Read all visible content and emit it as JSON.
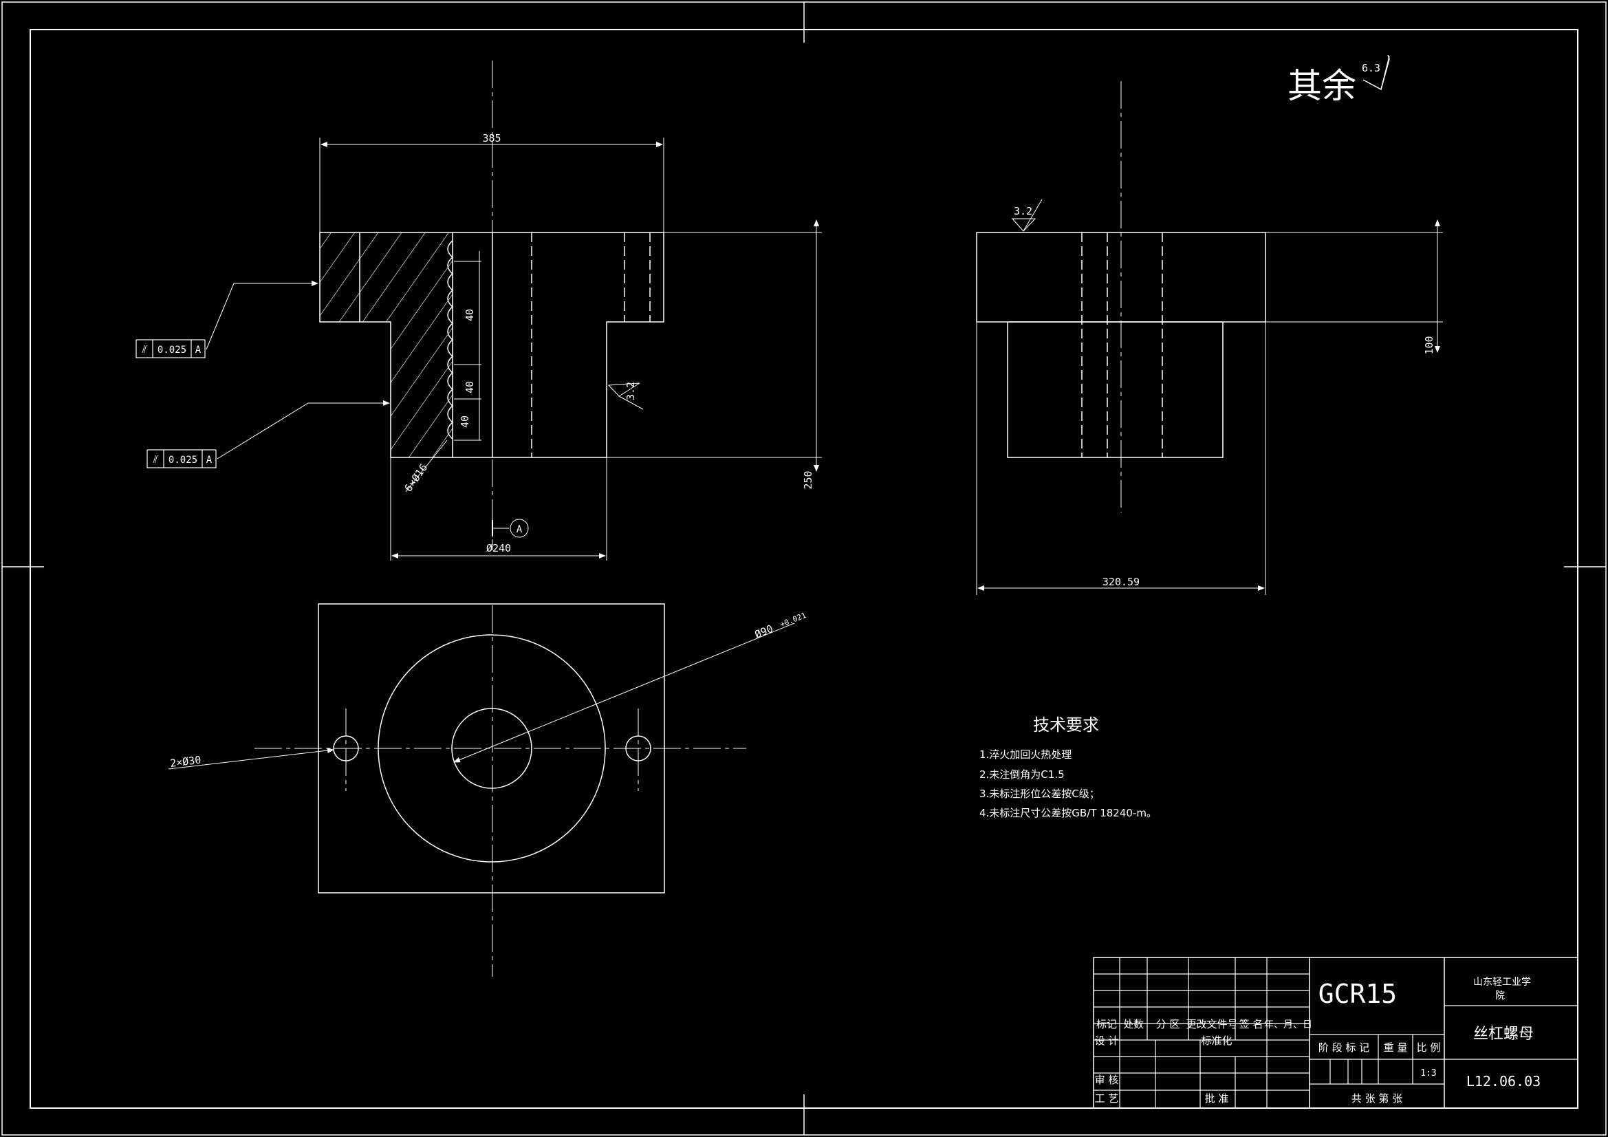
{
  "remaining_roughness": {
    "label": "其余",
    "value": "6.3"
  },
  "front_view": {
    "width_dim": "385",
    "height_dim": "250",
    "bore_dim": "Ø240",
    "pitch_dims": [
      "40",
      "40",
      "40"
    ],
    "thread_label": "6×Ø16",
    "roughness": "3.2",
    "datum": "A"
  },
  "tolerances": [
    {
      "symbol": "⫽",
      "value": "0.025",
      "datum": "A"
    },
    {
      "symbol": "⫽",
      "value": "0.025",
      "datum": "A"
    }
  ],
  "side_view": {
    "width_dim": "320.59",
    "height_dim": "100",
    "roughness": "3.2"
  },
  "top_view": {
    "hole_label": "2×Ø30",
    "dia_label": "Ø90",
    "dia_tol": "+0.021"
  },
  "tech_requirements": {
    "title": "技术要求",
    "items": [
      "1.淬火加回火热处理",
      "2.未注倒角为C1.5",
      "3.未标注形位公差按C级；",
      "4.未标注尺寸公差按GB/T 18240-m。"
    ]
  },
  "title_block": {
    "headers": [
      "标记",
      "处数",
      "分 区",
      "更改文件号",
      "签 名",
      "年、月、日"
    ],
    "design": "设 计",
    "standardization": "标准化",
    "review": "审 核",
    "process": "工 艺",
    "approve": "批 准",
    "material": "GCR15",
    "stage_headers": [
      "阶 段 标 记",
      "重 量",
      "比 例"
    ],
    "scale": "1:3",
    "sheet_info": "共    张    第    张",
    "school": "山东轻工业学院",
    "part_name": "丝杠螺母",
    "drawing_no": "L12.06.03"
  }
}
